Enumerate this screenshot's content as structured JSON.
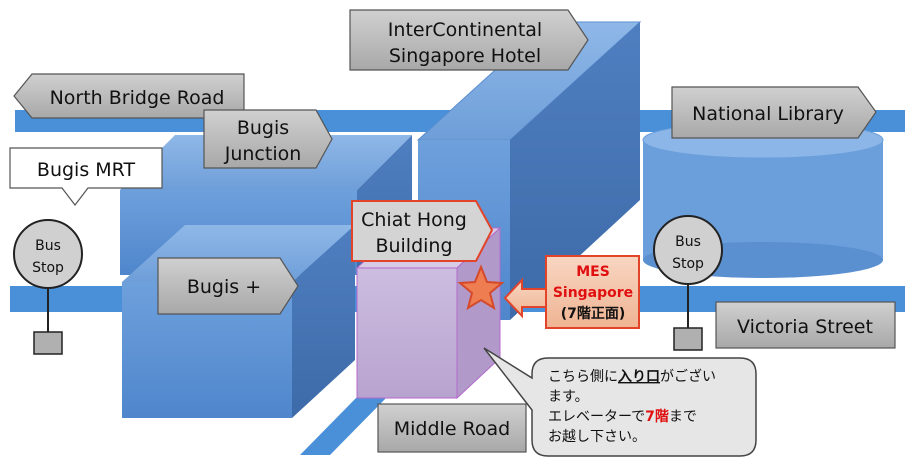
{
  "labels": {
    "intercontinental_line1": "InterContinental",
    "intercontinental_line2": "Singapore Hotel",
    "north_bridge_road": "North Bridge Road",
    "bugis_junction_line1": "Bugis",
    "bugis_junction_line2": "Junction",
    "bugis_mrt": "Bugis MRT",
    "national_library": "National Library",
    "chiat_hong_line1": "Chiat Hong",
    "chiat_hong_line2": "Building",
    "bugis_plus": "Bugis +",
    "victoria_street": "Victoria Street",
    "middle_road": "Middle Road"
  },
  "bus_stops": [
    {
      "line1": "Bus",
      "line2": "Stop"
    },
    {
      "line1": "Bus",
      "line2": "Stop"
    }
  ],
  "mes": {
    "line1": "MES",
    "line2": "Singapore",
    "line3": "(7階正面)"
  },
  "callout": {
    "line1_part1": "こちら側に",
    "line1_part2": "入り口",
    "line1_part3": "がござい",
    "line2": "ます。",
    "line3_part1": "エレベーターで",
    "line3_part2": "7階",
    "line3_part3": "まで",
    "line4": "お越し下さい。"
  },
  "colors": {
    "road": "#4a90d9",
    "building": "#6fa3dc",
    "target_building": "#c4b0d6",
    "label_box": "#b8b8b8",
    "mes_box": "#f3c7ad",
    "star": "#ef7d52",
    "accent_red": "#e01010"
  },
  "icons": {
    "star": "star-icon",
    "arrow": "left-arrow-icon"
  }
}
